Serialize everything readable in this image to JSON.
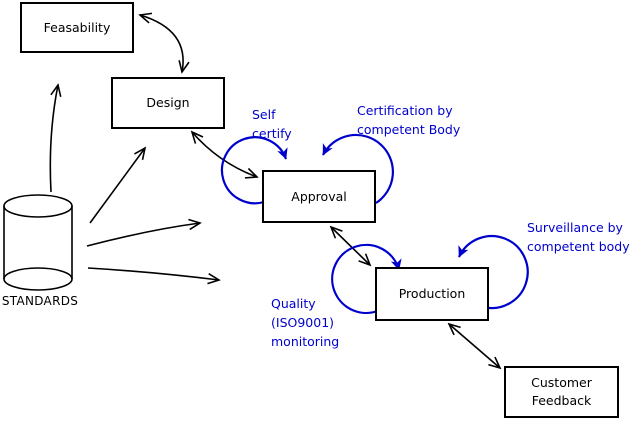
{
  "diagram": {
    "colors": {
      "background": "#ffffff",
      "line": "#000000",
      "annotation_blue": "#0000cd"
    },
    "nodes": {
      "feasability": {
        "label": "Feasability"
      },
      "design": {
        "label": "Design"
      },
      "approval": {
        "label": "Approval"
      },
      "production": {
        "label": "Production"
      },
      "customer_feedback": {
        "line1": "Customer",
        "line2": "Feedback"
      },
      "standards": {
        "label": "STANDARDS",
        "shape": "cylinder"
      }
    },
    "annotations": {
      "self_certify": {
        "line1": "Self",
        "line2": "certify"
      },
      "certification": {
        "line1": "Certification by",
        "line2": "competent Body"
      },
      "surveillance": {
        "line1": "Surveillance by",
        "line2": "competent body"
      },
      "quality_monitoring": {
        "line1": "Quality",
        "line2": "(ISO9001)",
        "line3": "monitoring"
      }
    },
    "edges": [
      {
        "from": "feasability",
        "to": "design",
        "direction": "bidirectional",
        "color": "black"
      },
      {
        "from": "design",
        "to": "approval",
        "direction": "bidirectional",
        "color": "black"
      },
      {
        "from": "standards",
        "to": "feasability",
        "direction": "one-way",
        "color": "black"
      },
      {
        "from": "standards",
        "to": "design",
        "direction": "one-way",
        "color": "black"
      },
      {
        "from": "standards",
        "to": "approval",
        "direction": "one-way",
        "color": "black"
      },
      {
        "from": "standards",
        "to": "production",
        "direction": "one-way",
        "color": "black"
      },
      {
        "from": "approval",
        "to": "production",
        "direction": "bidirectional",
        "color": "black"
      },
      {
        "from": "production",
        "to": "customer_feedback",
        "direction": "bidirectional",
        "color": "black"
      },
      {
        "from": "approval",
        "to": "approval",
        "label": "Self certify",
        "color": "blue"
      },
      {
        "from": "approval",
        "to": "approval",
        "label": "Certification by competent Body",
        "color": "blue"
      },
      {
        "from": "production",
        "to": "production",
        "label": "Quality (ISO9001) monitoring",
        "color": "blue"
      },
      {
        "from": "production",
        "to": "production",
        "label": "Surveillance by competent body",
        "color": "blue"
      }
    ]
  }
}
